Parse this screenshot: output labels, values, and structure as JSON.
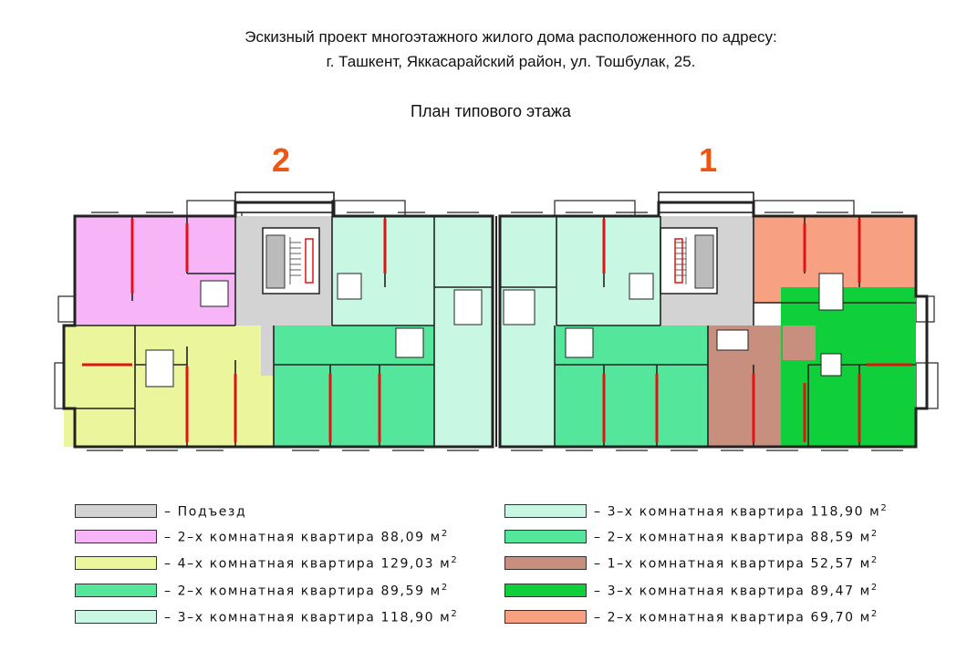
{
  "header": {
    "line1": "Эскизный проект многоэтажного жилого дома расположенного по адресу:",
    "line2": "г. Ташкент, Яккасарайский район, ул. Тошбулак, 25.",
    "plan_title": "План типового этажа"
  },
  "sections": {
    "left": "2",
    "right": "1"
  },
  "colors": {
    "entrance": "#d3d3d3",
    "pink": "#f7b5f7",
    "yellow": "#ebf59b",
    "green_mid": "#54e69a",
    "mint": "#c8f7e4",
    "brown": "#c88f7f",
    "green_bright": "#0fd03a",
    "salmon": "#f7a182",
    "partition": "#e01414"
  },
  "legend": {
    "left": [
      {
        "color": "#d3d3d3",
        "label": "–  Подъезд",
        "unit": ""
      },
      {
        "color": "#f7b5f7",
        "label": "– 2–х комнатная квартира 88,09 м",
        "unit": "2"
      },
      {
        "color": "#ebf59b",
        "label": "– 4–х комнатная квартира 129,03 м",
        "unit": "2"
      },
      {
        "color": "#54e69a",
        "label": "– 2–х комнатная квартира 89,59 м",
        "unit": "2"
      },
      {
        "color": "#c8f7e4",
        "label": "– 3–х комнатная квартира 118,90 м",
        "unit": "2"
      }
    ],
    "right": [
      {
        "color": "#c8f7e4",
        "label": "– 3–х комнатная квартира 118,90 м",
        "unit": "2"
      },
      {
        "color": "#54e69a",
        "label": "– 2–х комнатная квартира 88,59 м",
        "unit": "2"
      },
      {
        "color": "#c88f7f",
        "label": "– 1–х комнатная квартира 52,57 м",
        "unit": "2"
      },
      {
        "color": "#0fd03a",
        "label": "– 3–х комнатная квартира 89,47 м",
        "unit": "2"
      },
      {
        "color": "#f7a182",
        "label": "– 2–х комнатная квартира 69,70 м",
        "unit": "2"
      }
    ]
  }
}
